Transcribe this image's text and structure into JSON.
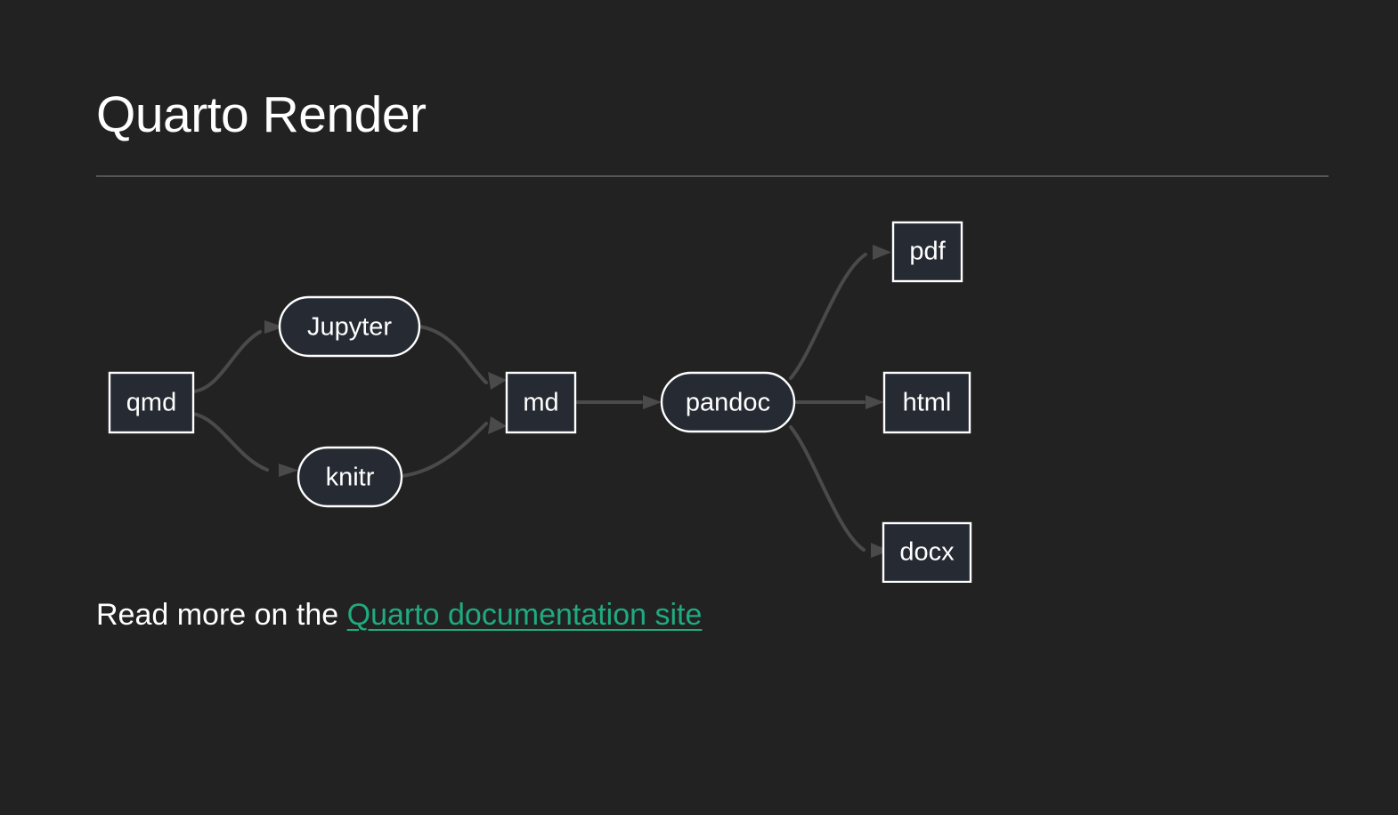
{
  "slide": {
    "title": "Quarto Render",
    "background_color": "#222222",
    "rule_color": "#555555",
    "text_color": "#ffffff"
  },
  "diagram": {
    "type": "flowchart",
    "direction": "left-to-right",
    "node_fill": "#252a33",
    "node_stroke": "#ffffff",
    "edge_color": "#4a4a4a",
    "nodes": [
      {
        "id": "qmd",
        "label": "qmd",
        "shape": "rect"
      },
      {
        "id": "jupyter",
        "label": "Jupyter",
        "shape": "stadium"
      },
      {
        "id": "knitr",
        "label": "knitr",
        "shape": "stadium"
      },
      {
        "id": "md",
        "label": "md",
        "shape": "rect"
      },
      {
        "id": "pandoc",
        "label": "pandoc",
        "shape": "stadium"
      },
      {
        "id": "pdf",
        "label": "pdf",
        "shape": "rect"
      },
      {
        "id": "html",
        "label": "html",
        "shape": "rect"
      },
      {
        "id": "docx",
        "label": "docx",
        "shape": "rect"
      }
    ],
    "edges": [
      {
        "from": "qmd",
        "to": "jupyter"
      },
      {
        "from": "qmd",
        "to": "knitr"
      },
      {
        "from": "jupyter",
        "to": "md"
      },
      {
        "from": "knitr",
        "to": "md"
      },
      {
        "from": "md",
        "to": "pandoc"
      },
      {
        "from": "pandoc",
        "to": "pdf"
      },
      {
        "from": "pandoc",
        "to": "html"
      },
      {
        "from": "pandoc",
        "to": "docx"
      }
    ]
  },
  "footer": {
    "lead_text": "Read more on the ",
    "link_text": "Quarto documentation site",
    "link_color": "#1fab7f"
  }
}
